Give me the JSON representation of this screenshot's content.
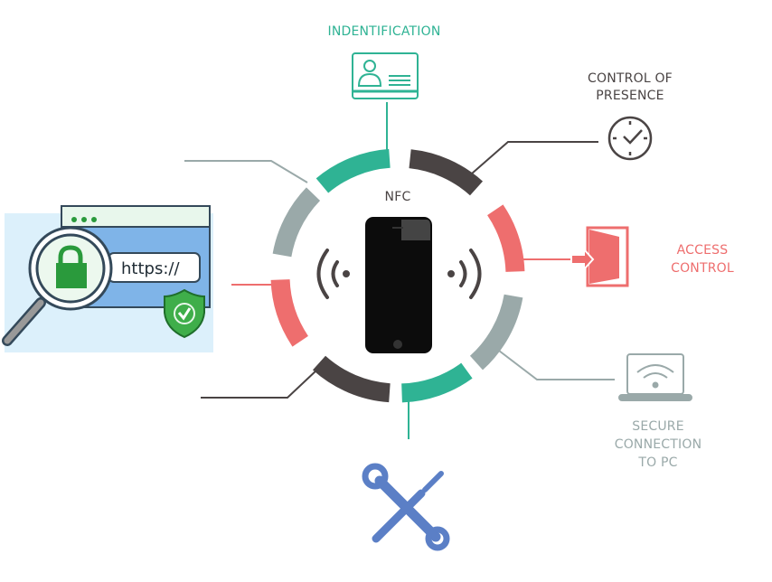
{
  "center": {
    "title": "NFC"
  },
  "labels": {
    "identification": "INDENTIFICATION",
    "presence_line1": "CONTROL OF",
    "presence_line2": "PRESENCE",
    "access_line1": "ACCESS",
    "access_line2": "CONTROL",
    "secure_line1": "SECURE",
    "secure_line2": "CONNECTION",
    "secure_line3": "TO PC"
  },
  "inset": {
    "url_text": "https://"
  },
  "icons": [
    "id-card-icon",
    "clock-icon",
    "door-icon",
    "laptop-wifi-icon",
    "tools-icon",
    "https-magnifier-icon",
    "shield-check-icon",
    "lock-icon",
    "phone-icon",
    "nfc-wave-icon"
  ],
  "colors": {
    "teal": "#2fb394",
    "dark": "#4a4444",
    "red": "#ee6e6e",
    "gray": "#9aa9a9",
    "blue": "#5b7fc6",
    "green": "#2a9a3c"
  }
}
